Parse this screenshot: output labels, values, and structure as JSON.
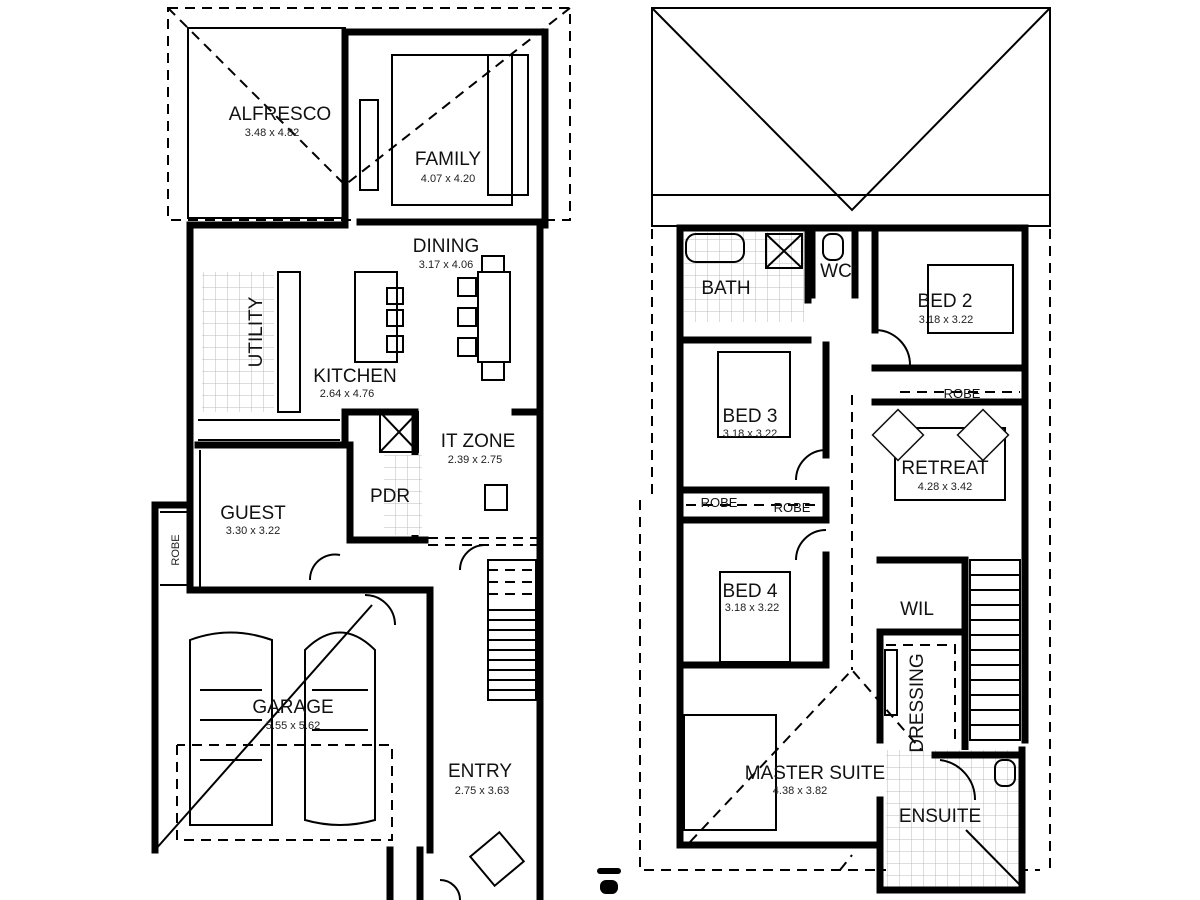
{
  "ground_floor": {
    "rooms": {
      "alfresco": {
        "name": "ALFRESCO",
        "size": "3.48 x 4.82"
      },
      "family": {
        "name": "FAMILY",
        "size": "4.07 x 4.20"
      },
      "dining": {
        "name": "DINING",
        "size": "3.17 x 4.06"
      },
      "utility": {
        "name": "UTILITY"
      },
      "kitchen": {
        "name": "KITCHEN",
        "size": "2.64 x 4.76"
      },
      "it_zone": {
        "name": "IT ZONE",
        "size": "2.39 x 2.75"
      },
      "pdr": {
        "name": "PDR"
      },
      "guest": {
        "name": "GUEST",
        "size": "3.30 x 3.22"
      },
      "robe": {
        "name": "ROBE"
      },
      "garage": {
        "name": "GARAGE",
        "size": "5.55 x 5.62"
      },
      "entry": {
        "name": "ENTRY",
        "size": "2.75 x 3.63"
      }
    }
  },
  "upper_floor": {
    "rooms": {
      "bath": {
        "name": "BATH"
      },
      "wc": {
        "name": "WC"
      },
      "bed2": {
        "name": "BED 2",
        "size": "3.18 x 3.22"
      },
      "robe_bed2": {
        "name": "ROBE"
      },
      "bed3": {
        "name": "BED 3",
        "size": "3.18 x 3.22"
      },
      "retreat": {
        "name": "RETREAT",
        "size": "4.28 x 3.42"
      },
      "robe_bed3": {
        "name": "ROBE"
      },
      "robe_bed4": {
        "name": "ROBE"
      },
      "bed4": {
        "name": "BED 4",
        "size": "3.18 x 3.22"
      },
      "wil": {
        "name": "WIL"
      },
      "dressing": {
        "name": "DRESSING"
      },
      "master": {
        "name": "MASTER SUITE",
        "size": "4.38 x 3.82"
      },
      "ensuite": {
        "name": "ENSUITE"
      }
    }
  }
}
